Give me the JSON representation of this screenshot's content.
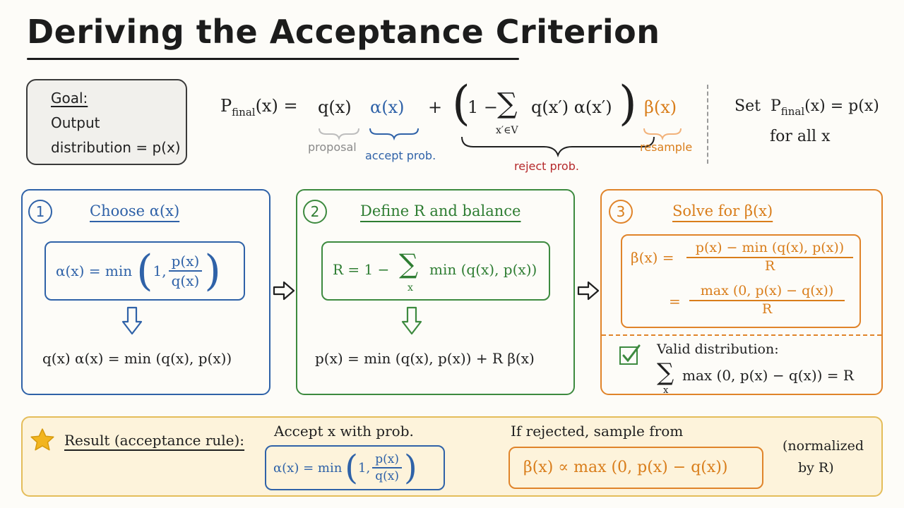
{
  "title": "Deriving the Acceptance Criterion",
  "goal": {
    "label": "Goal:",
    "line1": "Output",
    "line2": "distribution = p(x)"
  },
  "top_equation": {
    "lhs": "P",
    "lhs_sub": "final",
    "lhs_arg": "(x) =",
    "q": "q(x)",
    "alpha": "α(x)",
    "plus": "+",
    "one_minus": "1 −",
    "sigma": "∑",
    "sigma_sub": "x′∈V",
    "sum_body": "q(x′) α(x′)",
    "beta": "β(x)",
    "labels": {
      "proposal": "proposal",
      "accept": "accept prob.",
      "reject": "reject prob.",
      "resample": "resample"
    }
  },
  "set_note": {
    "line1_a": "Set",
    "line1_p": "P",
    "line1_sub": "final",
    "line1_b": "(x) = p(x)",
    "line2": "for all x"
  },
  "panel1": {
    "num": "1",
    "heading": "Choose α(x)",
    "box_lhs": "α(x) = min",
    "box_one": "1,",
    "frac_num": "p(x)",
    "frac_den": "q(x)",
    "result": "q(x) α(x) = min (q(x), p(x))"
  },
  "panel2": {
    "num": "2",
    "heading": "Define R and balance",
    "box_lhs": "R = 1 −",
    "box_sigma": "∑",
    "box_sigma_sub": "x",
    "box_rhs": "min (q(x), p(x))",
    "result": "p(x) = min (q(x), p(x)) + R β(x)"
  },
  "panel3": {
    "num": "3",
    "heading": "Solve for β(x)",
    "lhs": "β(x) =",
    "frac1_num": "p(x) − min (q(x), p(x))",
    "frac1_den": "R",
    "eq2": "=",
    "frac2_num": "max (0, p(x) − q(x))",
    "frac2_den": "R",
    "valid_label": "Valid distribution:",
    "valid_sigma": "∑",
    "valid_sigma_sub": "x",
    "valid_expr": "max (0, p(x) − q(x)) = R"
  },
  "result": {
    "label": "Result (acceptance rule):",
    "accept_caption": "Accept x with prob.",
    "accept_lhs": "α(x) = min",
    "accept_one": "1,",
    "accept_num": "p(x)",
    "accept_den": "q(x)",
    "reject_caption": "If rejected, sample from",
    "reject_expr": "β(x) ∝ max (0, p(x) − q(x))",
    "norm_line1": "(normalized",
    "norm_line2": "by R)"
  },
  "colors": {
    "blue": "#2f62a8",
    "green": "#3d8a3f",
    "orange": "#e0842a",
    "red": "#b5292b",
    "gold": "#e4bd5a"
  }
}
